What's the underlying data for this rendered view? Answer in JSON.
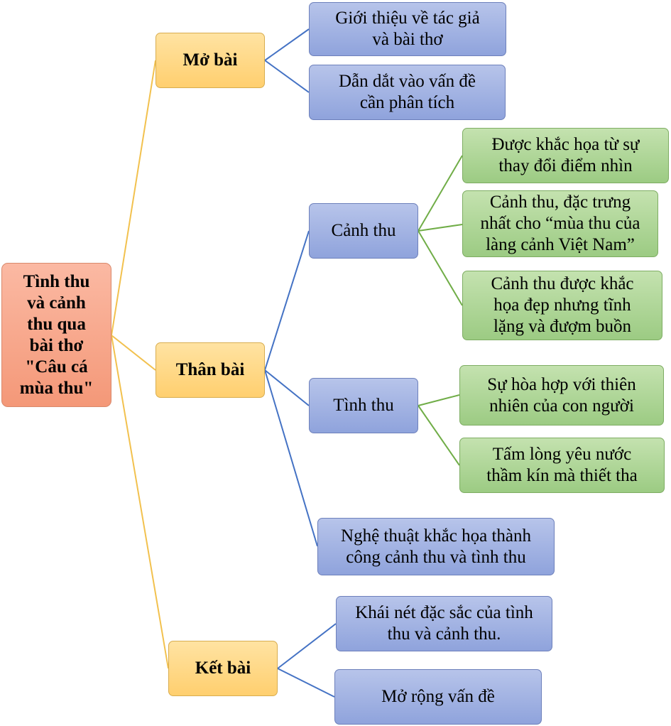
{
  "root": {
    "label": "Tình thu\nvà cảnh\nthu qua\nbài thơ\n\"Câu cá\nmùa thu\""
  },
  "mo_bai": {
    "label": "Mở bài",
    "items": [
      "Giới thiệu về tác giả\nvà bài thơ",
      "Dẫn dắt vào vấn đề\ncần phân tích"
    ]
  },
  "than_bai": {
    "label": "Thân bài",
    "canh_thu": {
      "label": "Cảnh thu",
      "items": [
        "Được khắc họa từ sự\nthay đổi điểm nhìn",
        "Cảnh thu, đặc trưng\nnhất cho “mùa thu của\nlàng cảnh Việt Nam”",
        "Cảnh thu được khắc\nhọa đẹp nhưng tĩnh\nlặng và đượm buồn"
      ]
    },
    "tinh_thu": {
      "label": "Tình thu",
      "items": [
        "Sự hòa hợp với thiên\nnhiên của con người",
        "Tấm lòng yêu nước\nthầm kín mà thiết tha"
      ]
    },
    "nghe_thuat": "Nghệ thuật khắc họa thành\ncông cảnh thu và tình thu"
  },
  "ket_bai": {
    "label": "Kết bài",
    "items": [
      "Khái nét đặc sắc của tình\nthu và cảnh thu.",
      "Mở rộng vấn đề"
    ]
  },
  "colors": {
    "root_fill": "#f6a486",
    "level1_fill": "#ffd98a",
    "level2_fill": "#a3b4e3",
    "level3_fill": "#b2d89a",
    "connector_root": "#f2c14e",
    "connector_level1": "#4472c4",
    "connector_level2": "#70ad47"
  }
}
